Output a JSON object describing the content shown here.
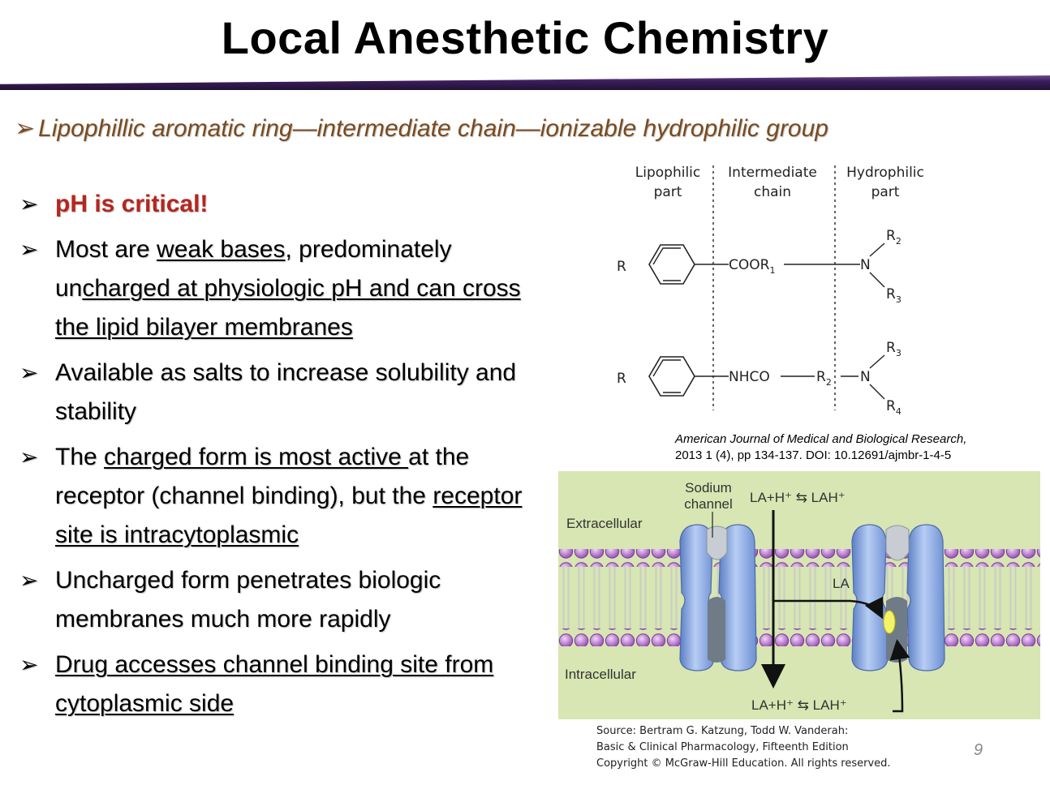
{
  "title": "Local Anesthetic Chemistry",
  "subtitle": {
    "arrow": "➢",
    "text": "Lipophillic aromatic ring—intermediate chain—ionizable hydrophilic group"
  },
  "bullet_symbol": "➢",
  "bullets": {
    "b1": "pH is critical!",
    "b2": {
      "t1": "Most are ",
      "u1": "weak bases",
      "t2": ", predominately un",
      "u2": "charged at physiologic pH and can cross the lipid bilayer membranes"
    },
    "b3": "Available as salts to increase solubility and stability",
    "b4": {
      "t1": "The ",
      "u1": "charged form is most active ",
      "t2": "at the receptor (channel binding",
      "t3": "), but the ",
      "u2": "receptor site is intracytoplasmic"
    },
    "b5": "Uncharged form penetrates biologic membranes much more rapidly",
    "b6": "Drug accesses channel binding site from cytoplasmic side"
  },
  "chem_diagram": {
    "col1_l1": "Lipophilic",
    "col1_l2": "part",
    "col2_l1": "Intermediate",
    "col2_l2": "chain",
    "col3_l1": "Hydrophilic",
    "col3_l2": "part",
    "r": "R",
    "ester": "COOR",
    "ester_sub": "1",
    "amide": "NHCO",
    "n": "N",
    "r2": "R",
    "r2_sub": "2",
    "r3": "R",
    "r3_sub": "3",
    "r4": "R",
    "r4_sub": "4"
  },
  "citation": {
    "journal": "American Journal of Medical and Biological Research",
    "details": "2013 1 (4), pp 134-137. DOI: 10.12691/ajmbr-1-4-5"
  },
  "membrane_diagram": {
    "sodium_channel_l1": "Sodium",
    "sodium_channel_l2": "channel",
    "extracellular": "Extracellular",
    "intracellular": "Intracellular",
    "top_eq": "LA+H⁺ ⇆ LAH⁺",
    "bottom_eq": "LA+H⁺ ⇆ LAH⁺",
    "la": "LA"
  },
  "source": {
    "line1": "Source: Bertram G. Katzung, Todd W. Vanderah:",
    "line2": "Basic & Clinical Pharmacology, Fifteenth Edition",
    "line3": "Copyright © McGraw-Hill Education. All rights reserved."
  },
  "page_number": "9",
  "colors": {
    "title_bar": "#3b1d5c",
    "subtitle": "#7a4a1e",
    "emphasis_red": "#b5261e",
    "membrane_bg": "#d7e6b2",
    "phospholipid": "#b06fc7",
    "channel": "#8aaee6"
  }
}
